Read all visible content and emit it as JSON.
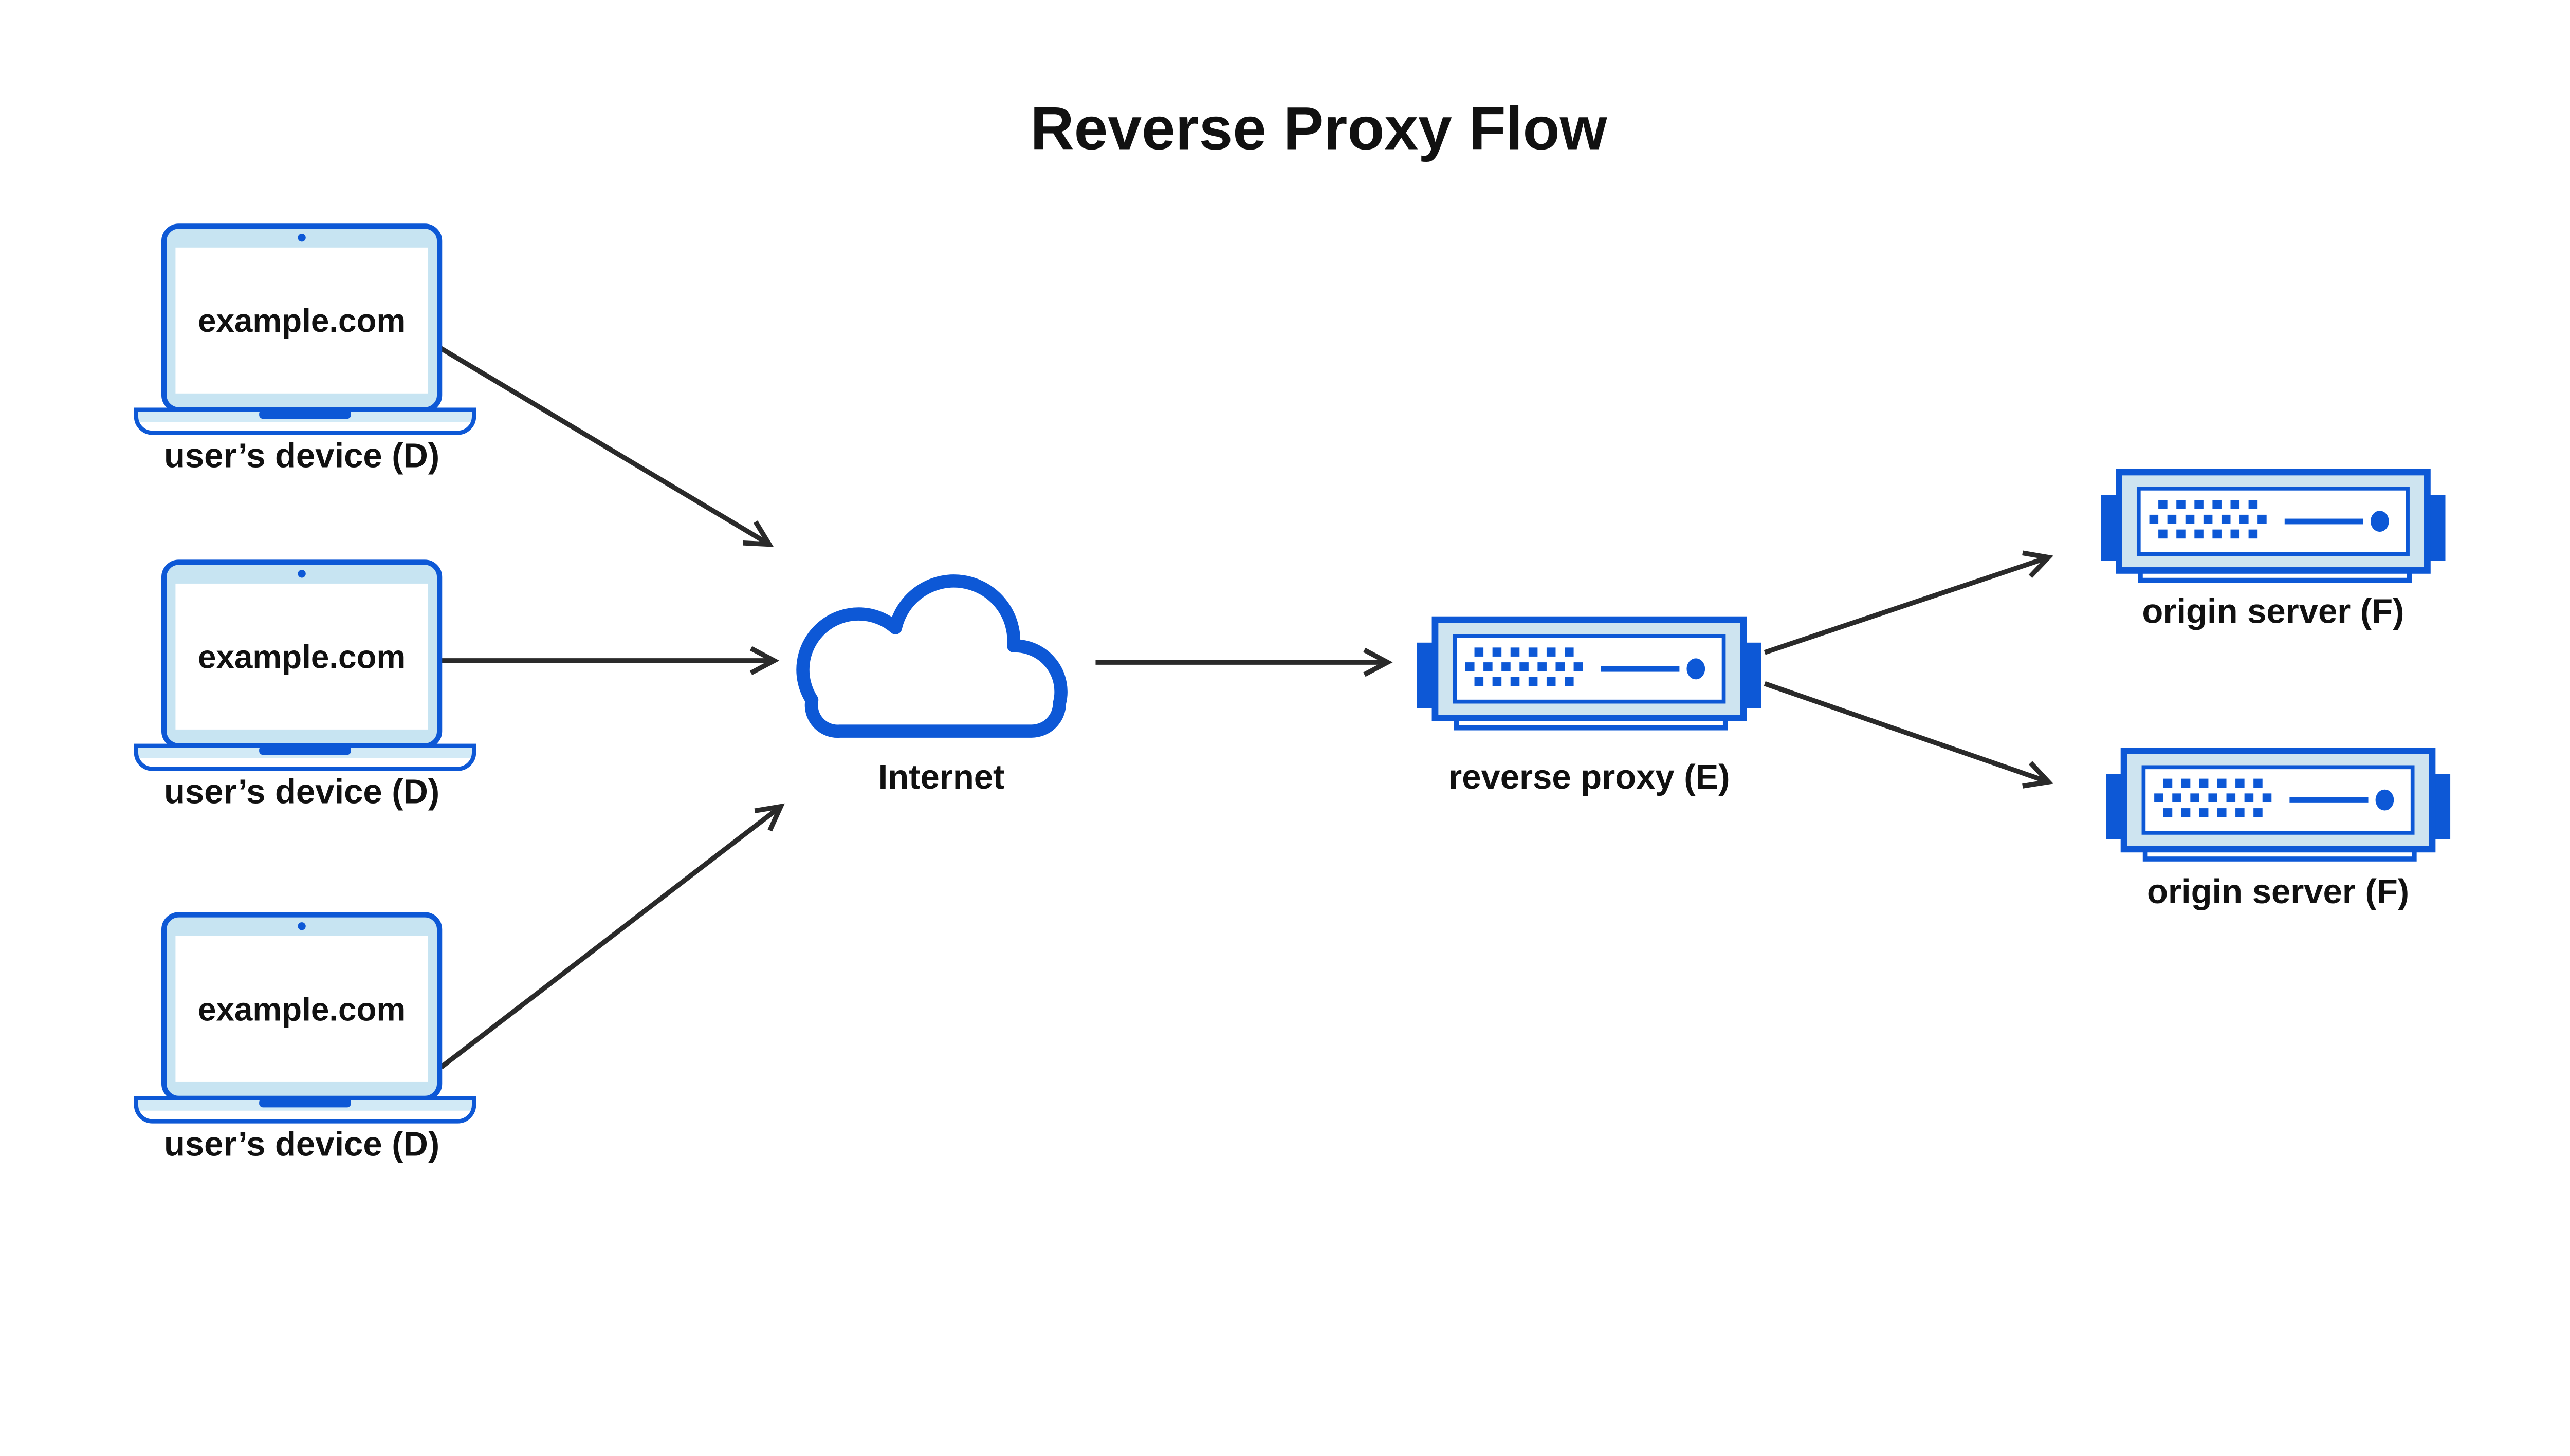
{
  "page": {
    "title": "Reverse Proxy Flow"
  },
  "devices": [
    {
      "screen_text": "example.com",
      "label": "user’s device (D)"
    },
    {
      "screen_text": "example.com",
      "label": "user’s device (D)"
    },
    {
      "screen_text": "example.com",
      "label": "user’s device (D)"
    }
  ],
  "internet": {
    "label": "Internet"
  },
  "reverse_proxy": {
    "label": "reverse proxy (E)"
  },
  "origin_servers": [
    {
      "label": "origin server (F)"
    },
    {
      "label": "origin server (F)"
    }
  ],
  "colors": {
    "primary_blue": "#0D58D6",
    "laptop_lid_fill": "#C7E4F2",
    "laptop_base_fill": "#D2EAF6",
    "server_frame_fill": "#CEE4F0",
    "arrow_black": "#2A2A2A",
    "text_black": "#111111",
    "background": "#FFFFFF"
  }
}
